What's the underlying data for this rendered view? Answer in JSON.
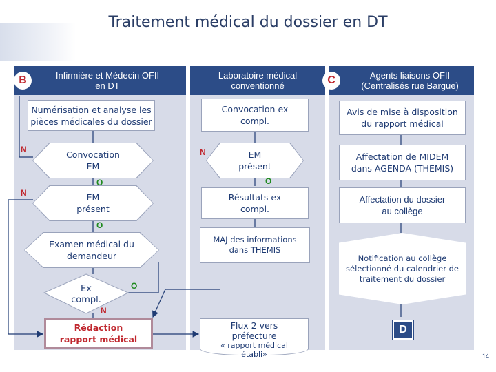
{
  "title": "Traitement médical  du dossier en DT",
  "columns": {
    "b": {
      "badge": "B",
      "header": "Infirmière et Médecin OFII\nen DT"
    },
    "lab": {
      "header": "Laboratoire médical\nconventionné"
    },
    "c": {
      "badge": "C",
      "header": "Agents liaisons OFII\n(Centralisés rue Bargue)"
    }
  },
  "nodes": {
    "numerisation": "Numérisation et analyse les\npièces médicales du dossier",
    "convocation_em": "Convocation\nEM",
    "em_present_left": "EM\nprésent",
    "examen": "Examen médical du\ndemandeur",
    "ex_compl": "Ex\ncompl.",
    "redaction": "Rédaction\nrapport médical",
    "convocation_ex": "Convocation ex\ncompl.",
    "em_present_mid": "EM\nprésent",
    "resultats": "Résultats ex\ncompl.",
    "maj": "MAJ des informations\ndans  THEMIS",
    "flux": "Flux 2  vers\npréfecture",
    "flux_sub": "« rapport médical\nétabli»",
    "avis": "Avis de mise à disposition\ndu rapport médical",
    "affectation_midem": "Affectation  de MIDEM\ndans AGENDA (THEMIS)",
    "affectation_dossier": "Affectation du dossier\nau collège",
    "notification": "Notification au collège\nsélectionné du calendrier de\ntraitement du dossier"
  },
  "labels": {
    "n1": "N",
    "n2": "N",
    "n3": "N",
    "n4": "N",
    "o1": "O",
    "o2": "O",
    "o3": "O",
    "o4": "O"
  },
  "end_badge": "D",
  "page_number": "14",
  "colors": {
    "header": "#2c4c87",
    "band": "#d7dbe8",
    "badge_text": "#c0282f",
    "yes": "#1f8a1f",
    "no": "#c0282f"
  }
}
